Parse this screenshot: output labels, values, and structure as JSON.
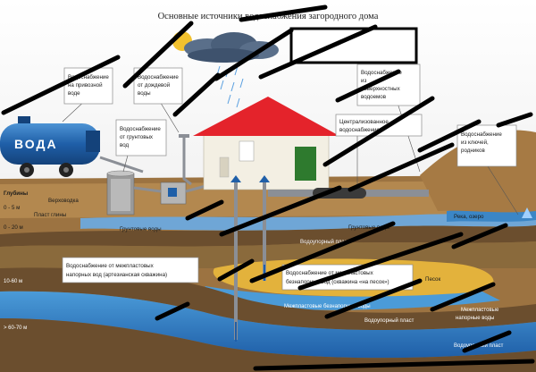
{
  "title": "Основные источники водоснабжения загородного дома",
  "tank_text": "ВОДА",
  "labels": {
    "imported": [
      "Водоснабжение",
      "на привозной",
      "воде"
    ],
    "rain": [
      "Водоснабжение",
      "от дождевой",
      "воды"
    ],
    "ground": [
      "Водоснабжение",
      "от грунтовых",
      "вод"
    ],
    "surface": [
      "Водоснабжение",
      "из",
      "поверхностных",
      "водоемов"
    ],
    "central": [
      "Централизованное",
      "водоснабжение"
    ],
    "springs": [
      "Водоснабжение",
      "из ключей,",
      "родников"
    ],
    "artesian": [
      "Водоснабжение от межпластовых",
      "напорных вод (артезианская скважина)"
    ],
    "sand": [
      "Водоснабжение от межпластовых",
      "безнапорных вод (скважина «на песок»)"
    ]
  },
  "ground_labels": {
    "depth_title": "Глубины",
    "depths": [
      "0 - 5 м",
      "0 - 20 м",
      "10-60 м",
      "> 60-70 м"
    ],
    "perched": "Верховодка",
    "clay": "Пласт глины",
    "groundwater_left": "Грунтовые воды",
    "groundwater_right": "Грунтовые воды",
    "river": "Река, озеро",
    "aquiclude_1": "Водоупорный пласт",
    "aquiclude_2": "Водоупорный пласт",
    "aquiclude_3": "Водоупорный пласт",
    "sand": "Песок",
    "interlayer_nonpressure": "Межпластовые безнапорные воды",
    "interlayer_pressure": [
      "Межпластовые",
      "напорные воды"
    ]
  },
  "colors": {
    "sky": "#ffffff",
    "soil_top": "#a67a44",
    "soil_mid": "#8a6a3c",
    "water": "#3b86c6",
    "water_dark": "#1f5fa8",
    "aquiclude": "#6b4e2e",
    "sand": "#e3b23c",
    "roof": "#e4232b",
    "tank": "#1f5fa8",
    "sun": "#f2c12e"
  }
}
